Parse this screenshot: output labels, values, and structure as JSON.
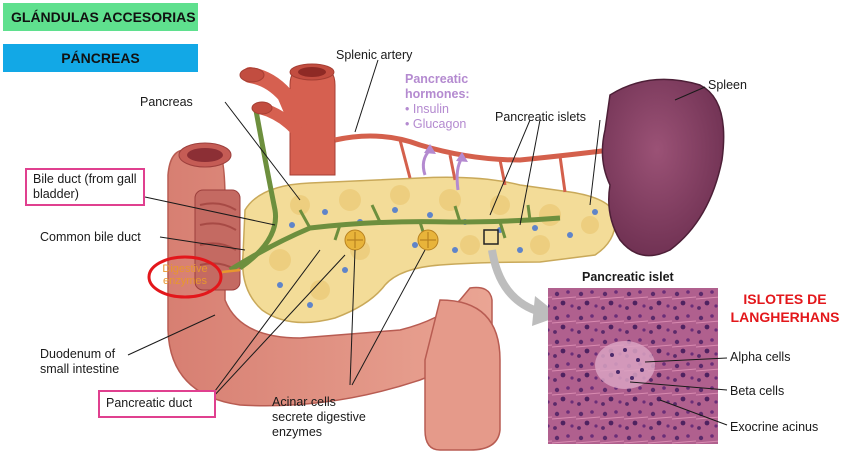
{
  "headers": {
    "section": "GLÁNDULAS ACCESORIAS",
    "subsection": "PÁNCREAS",
    "section_color": "#5fe08e",
    "subsection_color": "#12a8e6"
  },
  "labels": {
    "splenic_artery": "Splenic artery",
    "pancreas": "Pancreas",
    "pancreatic_hormones": "Pancreatic hormones:",
    "insulin": "• Insulin",
    "glucagon": "• Glucagon",
    "pancreatic_islets": "Pancreatic islets",
    "spleen": "Spleen",
    "bile_duct": "Bile duct (from gall bladder)",
    "common_bile_duct": "Common bile duct",
    "digestive_enzymes": "Digestive enzymes",
    "duodenum": "Duodenum of small intestine",
    "pancreatic_duct": "Pancreatic duct",
    "acinar_cells": "Acinar cells secrete digestive enzymes",
    "pancreatic_islet": "Pancreatic islet",
    "alpha_cells": "Alpha cells",
    "beta_cells": "Beta cells",
    "exocrine_acinus": "Exocrine acinus"
  },
  "annotation": {
    "islotes": "ISLOTES DE LANGHERHANS"
  },
  "colors": {
    "highlight_box": "#e0408f",
    "annotation_red": "#e3171b",
    "hormone_text": "#b48ad0"
  }
}
